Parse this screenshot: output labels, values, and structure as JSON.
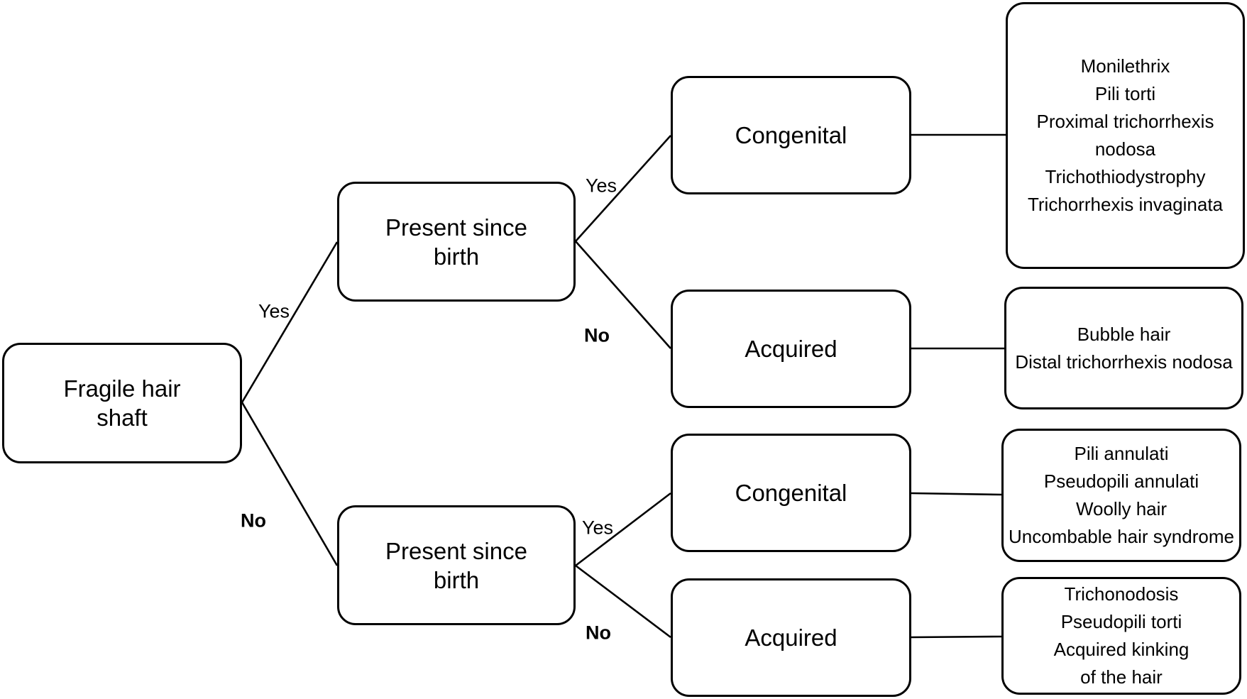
{
  "tree": {
    "root_label": "Fragile hair\nshaft",
    "branches": [
      {
        "branch_label": "Yes",
        "node_label": "Present since\nbirth",
        "children": [
          {
            "branch_label": "Yes",
            "node_label": "Congenital",
            "outcomes": [
              "Monilethrix",
              "Pili torti",
              "Proximal trichorrhexis\nnodosa",
              "Trichothiodystrophy",
              "Trichorrhexis invaginata"
            ]
          },
          {
            "branch_label": "No",
            "node_label": "Acquired",
            "outcomes": [
              "Bubble hair",
              "Distal trichorrhexis nodosa"
            ]
          }
        ]
      },
      {
        "branch_label": "No",
        "node_label": "Present since\nbirth",
        "children": [
          {
            "branch_label": "Yes",
            "node_label": "Congenital",
            "outcomes": [
              "Pili annulati",
              "Pseudopili annulati",
              "Woolly hair",
              "Uncombable hair syndrome"
            ]
          },
          {
            "branch_label": "No",
            "node_label": "Acquired",
            "outcomes": [
              "Trichonodosis",
              "Pseudopili torti",
              "Acquired kinking\nof the hair"
            ]
          }
        ]
      }
    ]
  },
  "colors": {
    "stroke": "#000000",
    "background": "#ffffff",
    "text": "#000000"
  }
}
